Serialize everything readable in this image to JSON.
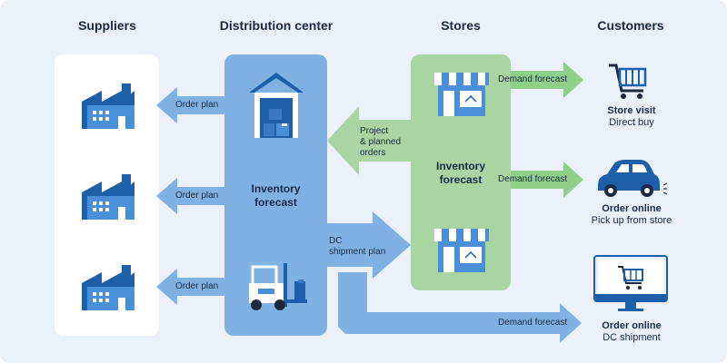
{
  "columns": {
    "suppliers": "Suppliers",
    "distribution_center": "Distribution center",
    "stores": "Stores",
    "customers": "Customers"
  },
  "arrows": {
    "order_plan_1": "Order plan",
    "order_plan_2": "Order plan",
    "order_plan_3": "Order plan",
    "project_orders_line1": "Project",
    "project_orders_line2": "& planned",
    "project_orders_line3": "orders",
    "dc_shipment_line1": "DC",
    "dc_shipment_line2": "shipment plan",
    "demand_forecast_1": "Demand forecast",
    "demand_forecast_2": "Demand forecast",
    "demand_forecast_3": "Demand forecast"
  },
  "boxes": {
    "dc_forecast_line1": "Inventory",
    "dc_forecast_line2": "forecast",
    "store_forecast_line1": "Inventory",
    "store_forecast_line2": "forecast"
  },
  "customers": [
    {
      "title": "Store visit",
      "subtitle": "Direct buy",
      "icon": "shopping-cart-icon"
    },
    {
      "title": "Order online",
      "subtitle": "Pick up from store",
      "icon": "car-icon"
    },
    {
      "title": "Order online",
      "subtitle": "DC shipment",
      "icon": "monitor-cart-icon"
    }
  ],
  "colors": {
    "background": "#eaf1fb",
    "dc_panel": "#7fb2e3",
    "store_panel": "#a8d5a2",
    "arrow_blue": "#7fb2e3",
    "arrow_green": "#8fcf8a",
    "icon_dark": "#1d5fa8",
    "icon_light": "#4a90d9"
  }
}
